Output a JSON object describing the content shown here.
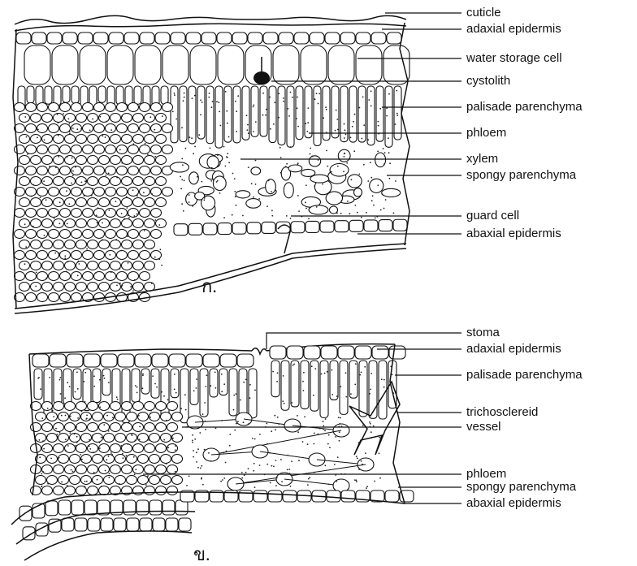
{
  "panel_top": {
    "letter": "ก.",
    "labels": [
      "cuticle",
      "adaxial epidermis",
      "water storage cell",
      "cystolith",
      "palisade parenchyma",
      "phloem",
      "xylem",
      "spongy parenchyma",
      "guard cell",
      "abaxial epidermis"
    ]
  },
  "panel_bottom": {
    "letter": "ข.",
    "labels": [
      "stoma",
      "adaxial epidermis",
      "palisade parenchyma",
      "trichosclereid",
      "vessel",
      "phloem",
      "spongy parenchyma",
      "abaxial epidermis"
    ]
  }
}
